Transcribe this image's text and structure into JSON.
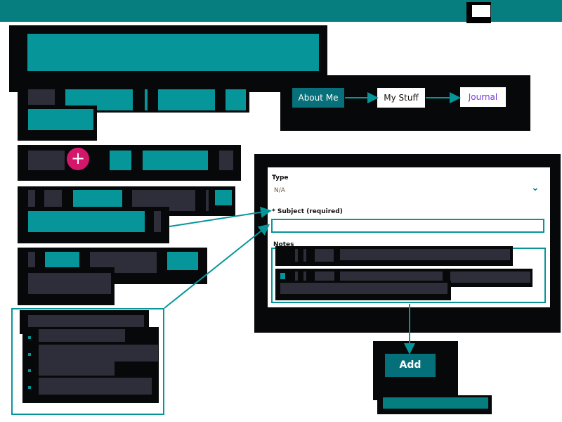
{
  "flow": {
    "step1": "About Me",
    "step2": "My Stuff",
    "step3": "Journal"
  },
  "form": {
    "type_label": "Type",
    "type_value": "N/A",
    "subject_label": "Subject (required)",
    "subject_marker": "*",
    "notes_label": "Notes"
  },
  "actions": {
    "add_label": "Add",
    "plus_symbol": "+"
  },
  "icons": {
    "type_select": "chevron-down-icon",
    "add_item": "plus-icon"
  },
  "colors": {
    "topbar": "#067e7f",
    "accent": "#06969a",
    "plus": "#d4176b",
    "journal_text": "#7a3ddc"
  }
}
